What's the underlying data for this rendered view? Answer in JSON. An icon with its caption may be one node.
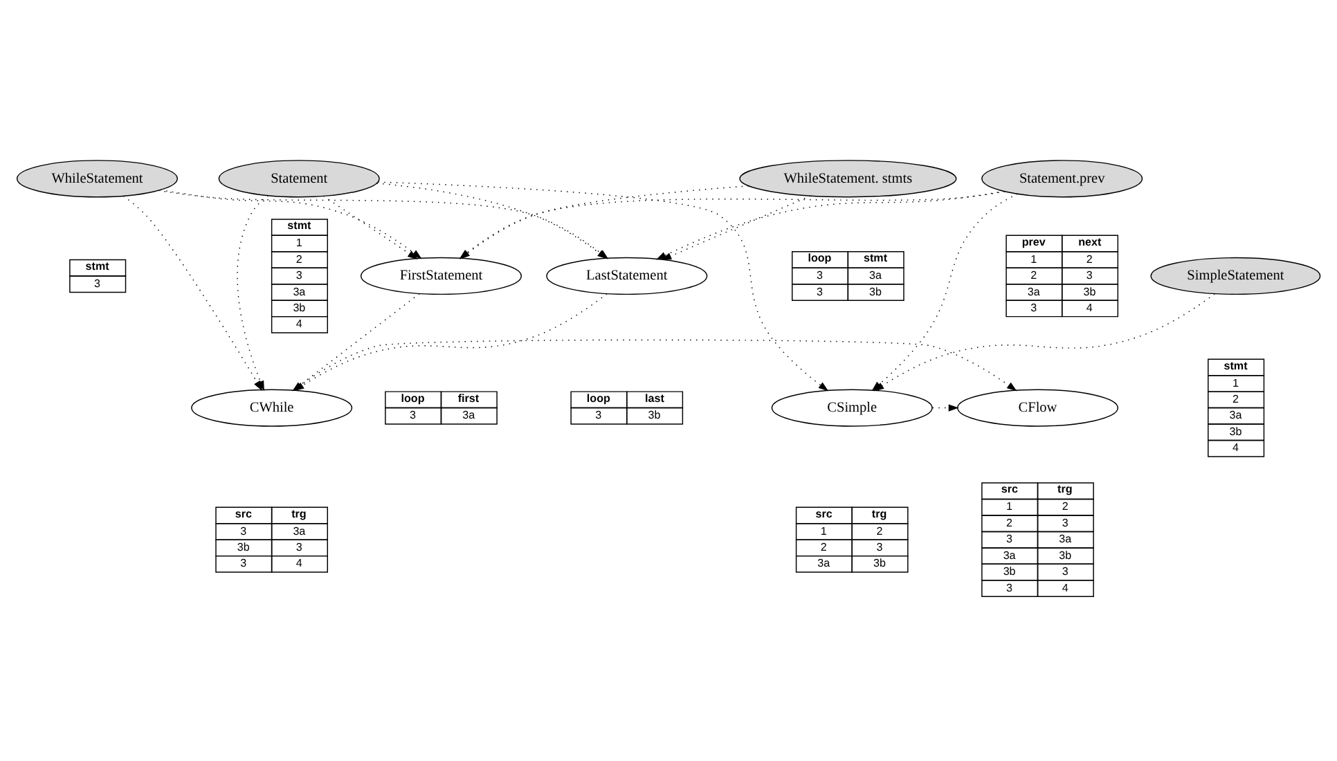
{
  "diagram": {
    "nodes": [
      {
        "text": [
          "Statement"
        ],
        "beside": [
          "stmt",
          "1",
          "2",
          "3",
          "3a",
          "3b",
          "4"
        ]
      },
      {
        "text": [
          "WhileStatement"
        ],
        "beside": [
          "stmt",
          "3"
        ]
      },
      {
        "text": [
          "WhileStatement. stmts"
        ],
        "beside": [
          "loop",
          "stmt",
          "3",
          "3a",
          "3",
          "3b"
        ]
      },
      {
        "text": [
          "Statement.prev"
        ],
        "beside": [
          "prev",
          "next",
          "1",
          "2",
          "2",
          "3",
          "3a",
          "3b",
          "3",
          "4"
        ]
      },
      {
        "text": [
          "LastStatement"
        ],
        "beside": [
          "loop",
          "last",
          "3",
          "3b"
        ]
      },
      {
        "text": [
          "SimpleStatement"
        ],
        "beside": [
          "stmt",
          "1",
          "2",
          "3a",
          "3b",
          "4"
        ]
      },
      {
        "text": [
          "FirstStatement"
        ],
        "beside": [
          "loop",
          "first",
          "3",
          "3a"
        ]
      },
      {
        "text": [
          "CFlow"
        ],
        "beside": [
          "src",
          "trg",
          "1",
          "2",
          "2",
          "3",
          "3",
          "3a",
          "3a",
          "3b",
          "3b",
          "3",
          "3",
          "4"
        ]
      },
      {
        "text": [
          "CWhile"
        ],
        "beside": [
          "src",
          "trg",
          "3",
          "3a",
          "3b",
          "3",
          "3",
          "4"
        ]
      },
      {
        "text": [
          "CSimple"
        ],
        "beside": [
          "src",
          "trg",
          "1",
          "2",
          "2",
          "3",
          "3a",
          "3b"
        ]
      }
    ],
    "edges": [
      {
        "from": 0,
        "to": 6,
        "arrow": "to"
      },
      {
        "from": 1,
        "to": 6,
        "arrow": "to"
      },
      {
        "from": 2,
        "to": 6,
        "arrow": "to"
      },
      {
        "from": 3,
        "to": 6,
        "arrow": "to"
      },
      {
        "from": 0,
        "to": 4,
        "arrow": "to"
      },
      {
        "from": 1,
        "to": 4,
        "arrow": "to"
      },
      {
        "from": 2,
        "to": 4,
        "arrow": "to"
      },
      {
        "from": 3,
        "to": 4,
        "arrow": "to"
      },
      {
        "from": 5,
        "to": 9,
        "arrow": "to"
      },
      {
        "from": 0,
        "to": 9,
        "arrow": "to"
      },
      {
        "from": 3,
        "to": 9,
        "arrow": "to"
      },
      {
        "from": 6,
        "to": 8,
        "arrow": "to"
      },
      {
        "from": 4,
        "to": 8,
        "arrow": "to"
      },
      {
        "from": 1,
        "to": 8,
        "arrow": "to"
      },
      {
        "from": 0,
        "to": 8,
        "arrow": "to"
      },
      {
        "from": 8,
        "to": 7,
        "arrow": "to"
      },
      {
        "from": 9,
        "to": 7,
        "arrow": "to"
      }
    ]
  }
}
